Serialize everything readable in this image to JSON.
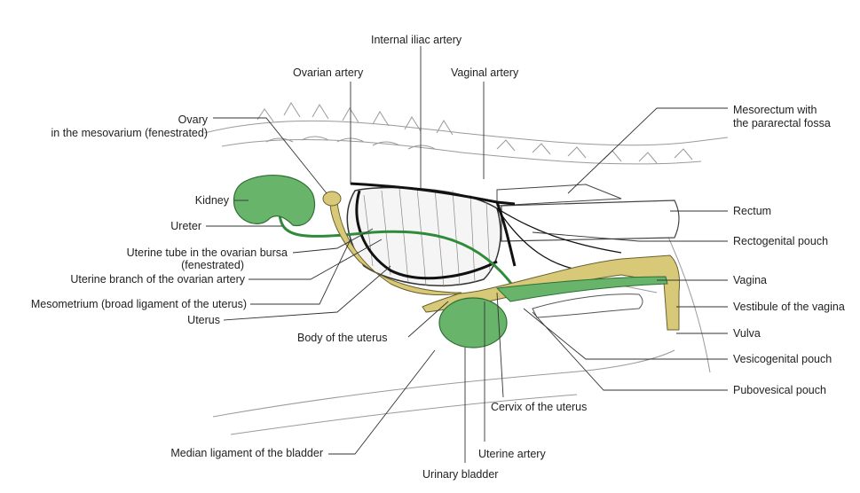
{
  "colors": {
    "organ_green": "#69b46b",
    "duct_yellow": "#d8c978",
    "artery_black": "#111111",
    "line_gray": "#333333",
    "sketch_gray": "#9a9a9a"
  },
  "labels": {
    "internal_iliac_artery": "Internal iliac artery",
    "ovarian_artery": "Ovarian artery",
    "vaginal_artery": "Vaginal artery",
    "mesorectum_line1": "Mesorectum with",
    "mesorectum_line2": "the pararectal fossa",
    "ovary_line1": "Ovary",
    "ovary_line2": "in the mesovarium (fenestrated)",
    "kidney": "Kidney",
    "ureter": "Ureter",
    "uterine_tube_line1": "Uterine tube in the ovarian bursa",
    "uterine_tube_line2": "(fenestrated)",
    "uterine_branch": "Uterine branch of the ovarian artery",
    "mesometrium": "Mesometrium (broad ligament of the uterus)",
    "uterus": "Uterus",
    "body_of_uterus": "Body of the uterus",
    "rectum": "Rectum",
    "rectogenital_pouch": "Rectogenital pouch",
    "vagina": "Vagina",
    "vestibule": "Vestibule of the vagina",
    "vulva": "Vulva",
    "vesicogenital_pouch": "Vesicogenital pouch",
    "pubovesical_pouch": "Pubovesical pouch",
    "cervix": "Cervix of the uterus",
    "median_ligament": "Median ligament of the bladder",
    "uterine_artery": "Uterine artery",
    "urinary_bladder": "Urinary bladder"
  }
}
